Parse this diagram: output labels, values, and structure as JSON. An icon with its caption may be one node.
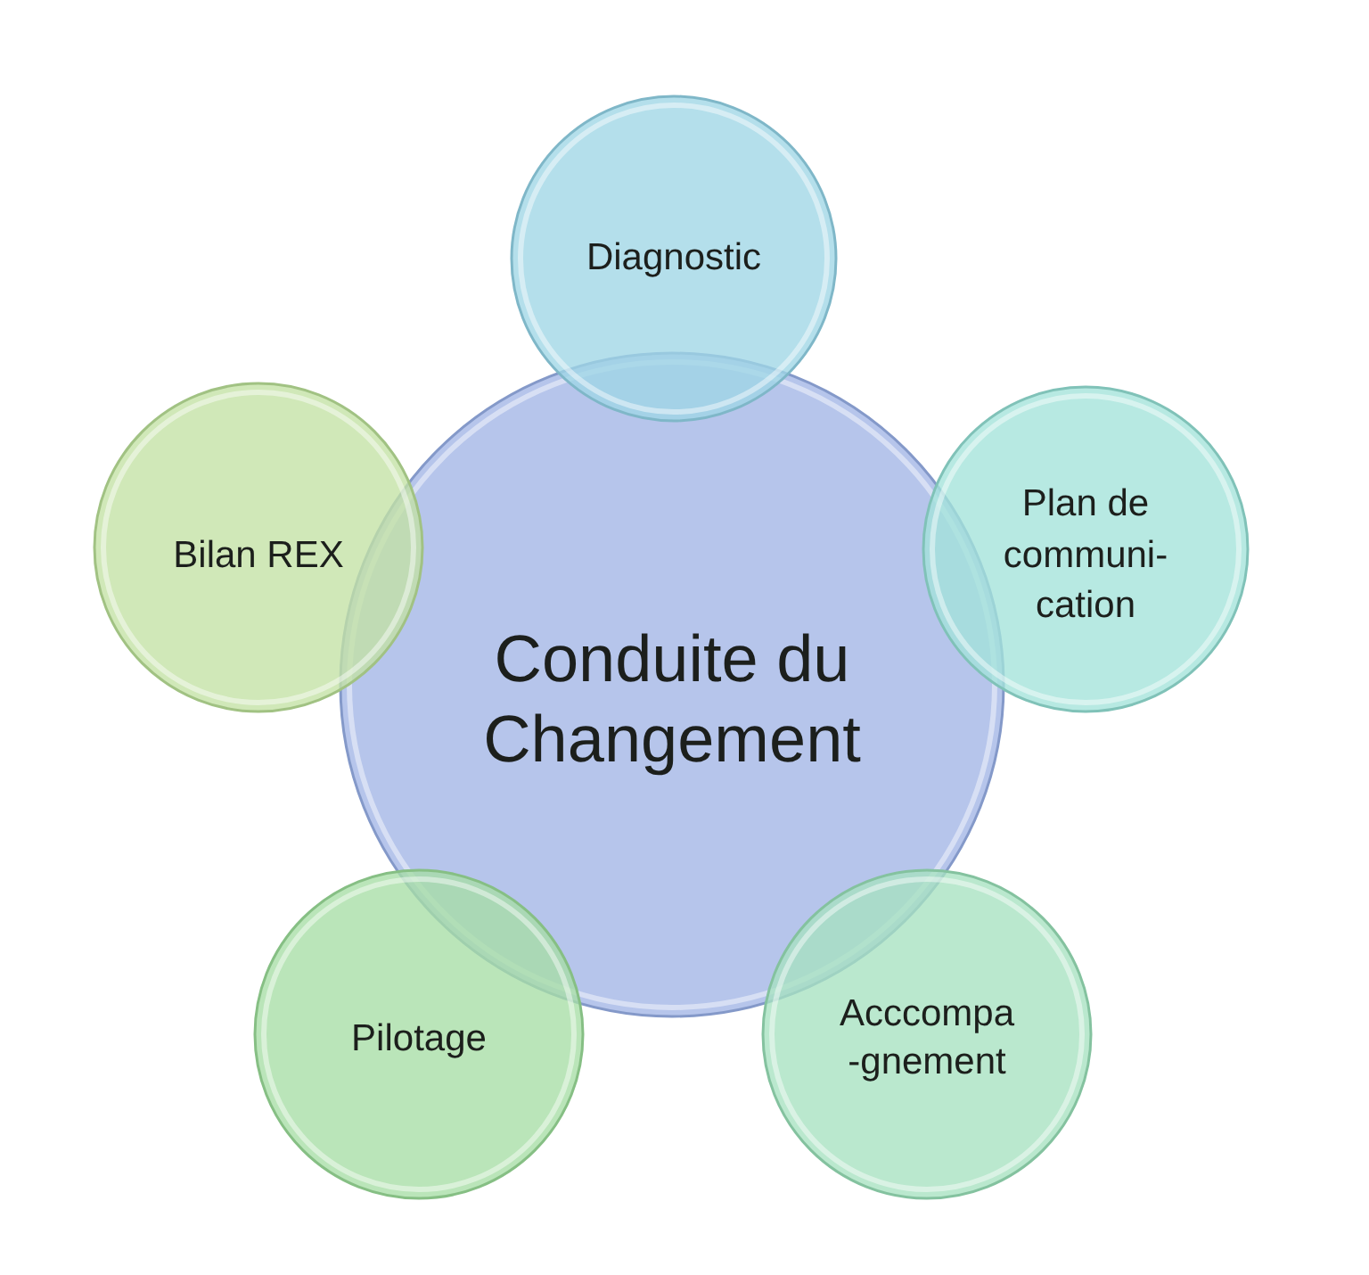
{
  "diagram": {
    "nodes": [
      {
        "text": [
          "Conduite du Changement"
        ]
      },
      {
        "text": [
          "Diagnostic"
        ]
      },
      {
        "text": [
          "Plan de communi- cation"
        ]
      },
      {
        "text": [
          "Acccompa -gnement"
        ]
      },
      {
        "text": [
          "Pilotage"
        ]
      },
      {
        "text": [
          "Bilan REX"
        ]
      }
    ]
  }
}
